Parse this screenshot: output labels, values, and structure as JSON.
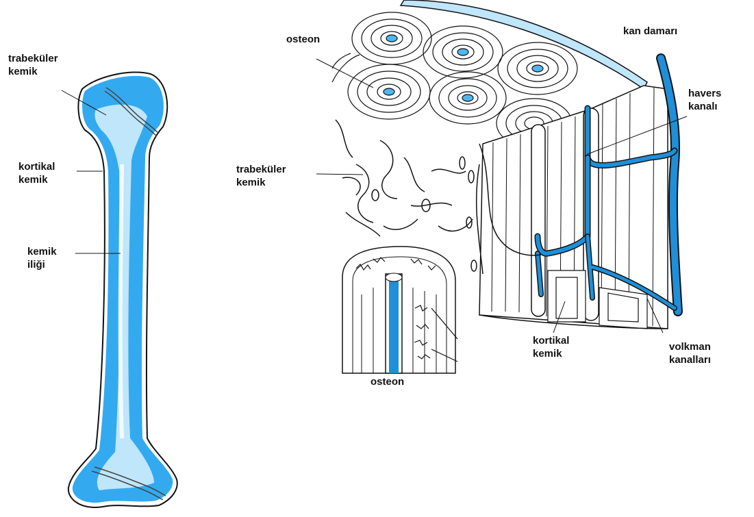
{
  "labels": {
    "bone_trabecular": [
      "trabeküler",
      "kemik"
    ],
    "bone_cortical": [
      "kortikal",
      "kemik"
    ],
    "bone_marrow": [
      "kemik",
      "iliği"
    ],
    "osteon_top": "osteon",
    "blood_vessel": "kan damarı",
    "havers_canal": [
      "havers",
      "kanalı"
    ],
    "section_trabecular": [
      "trabeküler",
      "kemik"
    ],
    "section_cortical": [
      "kortikal",
      "kemik"
    ],
    "volkmann_canals": [
      "volkman",
      "kanalları"
    ],
    "osteon_bottom": "osteon"
  },
  "colors": {
    "bone_blue": "#33aaf0",
    "bone_light": "#bfe6fb",
    "vessel_blue": "#1e8fd8",
    "outline": "#111111"
  }
}
